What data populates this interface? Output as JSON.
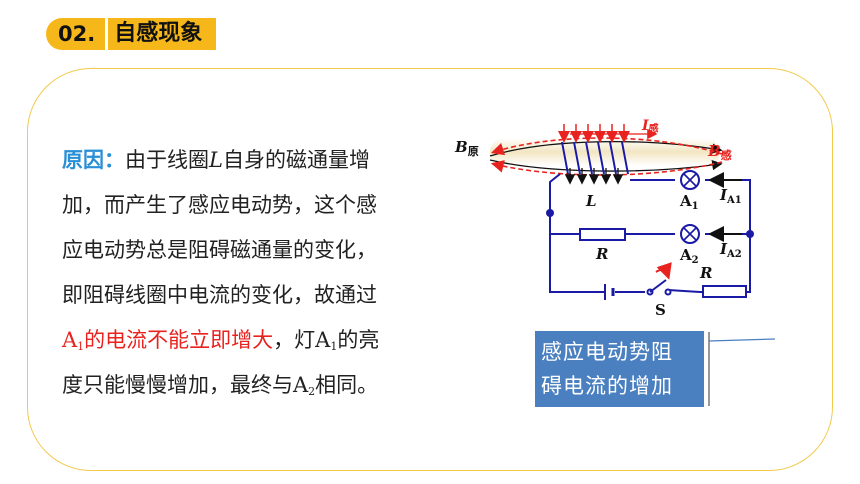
{
  "header": {
    "number": "02.",
    "title": "自感现象"
  },
  "explanation": {
    "reason_label": "原因：",
    "line1_pre": "由于线圈",
    "line1_symbol": "L",
    "line1_post": "自身的磁通量增",
    "line2": "加，而产生了感应电动势，这个感",
    "line3": "应电动势总是阻碍磁通量的变化，",
    "line4": "即阻碍线圈中电流的变化，故通过",
    "line5_symbol": "A",
    "line5_sub": "1",
    "line5_red": "的电流不能立即增大",
    "line5_post": "，灯",
    "line5_symbol2": "A",
    "line5_sub2": "1",
    "line5_tail": "的亮",
    "line6_pre": "度只能慢慢增加，最终与",
    "line6_symbol": "A",
    "line6_sub": "2",
    "line6_post": "相同。"
  },
  "circuit": {
    "b_original": "B",
    "b_original_sub": "原",
    "b_induced": "B",
    "b_induced_sub": "感",
    "i_induced": "I",
    "i_induced_sub": "感",
    "coil_label": "L",
    "lamp1": "A",
    "lamp1_sub": "1",
    "lamp2": "A",
    "lamp2_sub": "2",
    "current1": "I",
    "current1_sub": "A1",
    "current2": "I",
    "current2_sub": "A2",
    "resistor1": "R",
    "resistor2": "R",
    "switch": "S"
  },
  "callout": {
    "line1": "感应电动势阻",
    "line2": "碍电流的增加"
  },
  "colors": {
    "accent": "#f6b71a",
    "reason": "#2a8fd6",
    "highlight": "#e8231f",
    "wire": "#1a1aa6",
    "callout_bg": "#4a7fc0"
  }
}
